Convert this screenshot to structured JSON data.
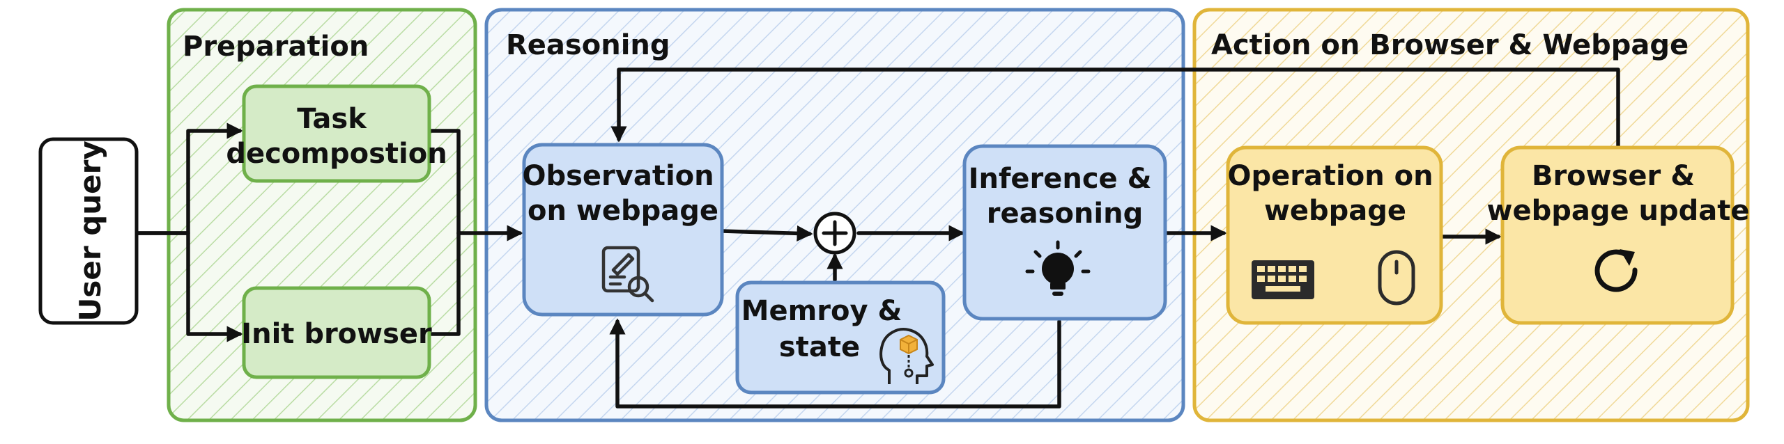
{
  "diagram": {
    "user_query": "User query",
    "groups": {
      "preparation": {
        "title": "Preparation",
        "color": "#6fb04a",
        "fill": "#eaf4e2"
      },
      "reasoning": {
        "title": "Reasoning",
        "color": "#5b86c0",
        "fill": "#e6eef9"
      },
      "action": {
        "title": "Action on Browser & Webpage",
        "color": "#e0b53a",
        "fill": "#fbf3d9"
      }
    },
    "nodes": {
      "task_decomposition": [
        "Task",
        "decompostion"
      ],
      "init_browser": [
        "Init browser"
      ],
      "observation": [
        "Observation",
        "on webpage"
      ],
      "memory_state": [
        "Memroy &",
        "state"
      ],
      "inference": [
        "Inference &",
        "reasoning"
      ],
      "operation": [
        "Operation on",
        "webpage"
      ],
      "browser_update": [
        "Browser &",
        "webpage update"
      ]
    },
    "icons": [
      "document-search-icon",
      "plus-circle-icon",
      "memory-head-icon",
      "lightbulb-icon",
      "keyboard-icon",
      "mouse-icon",
      "refresh-icon"
    ]
  }
}
